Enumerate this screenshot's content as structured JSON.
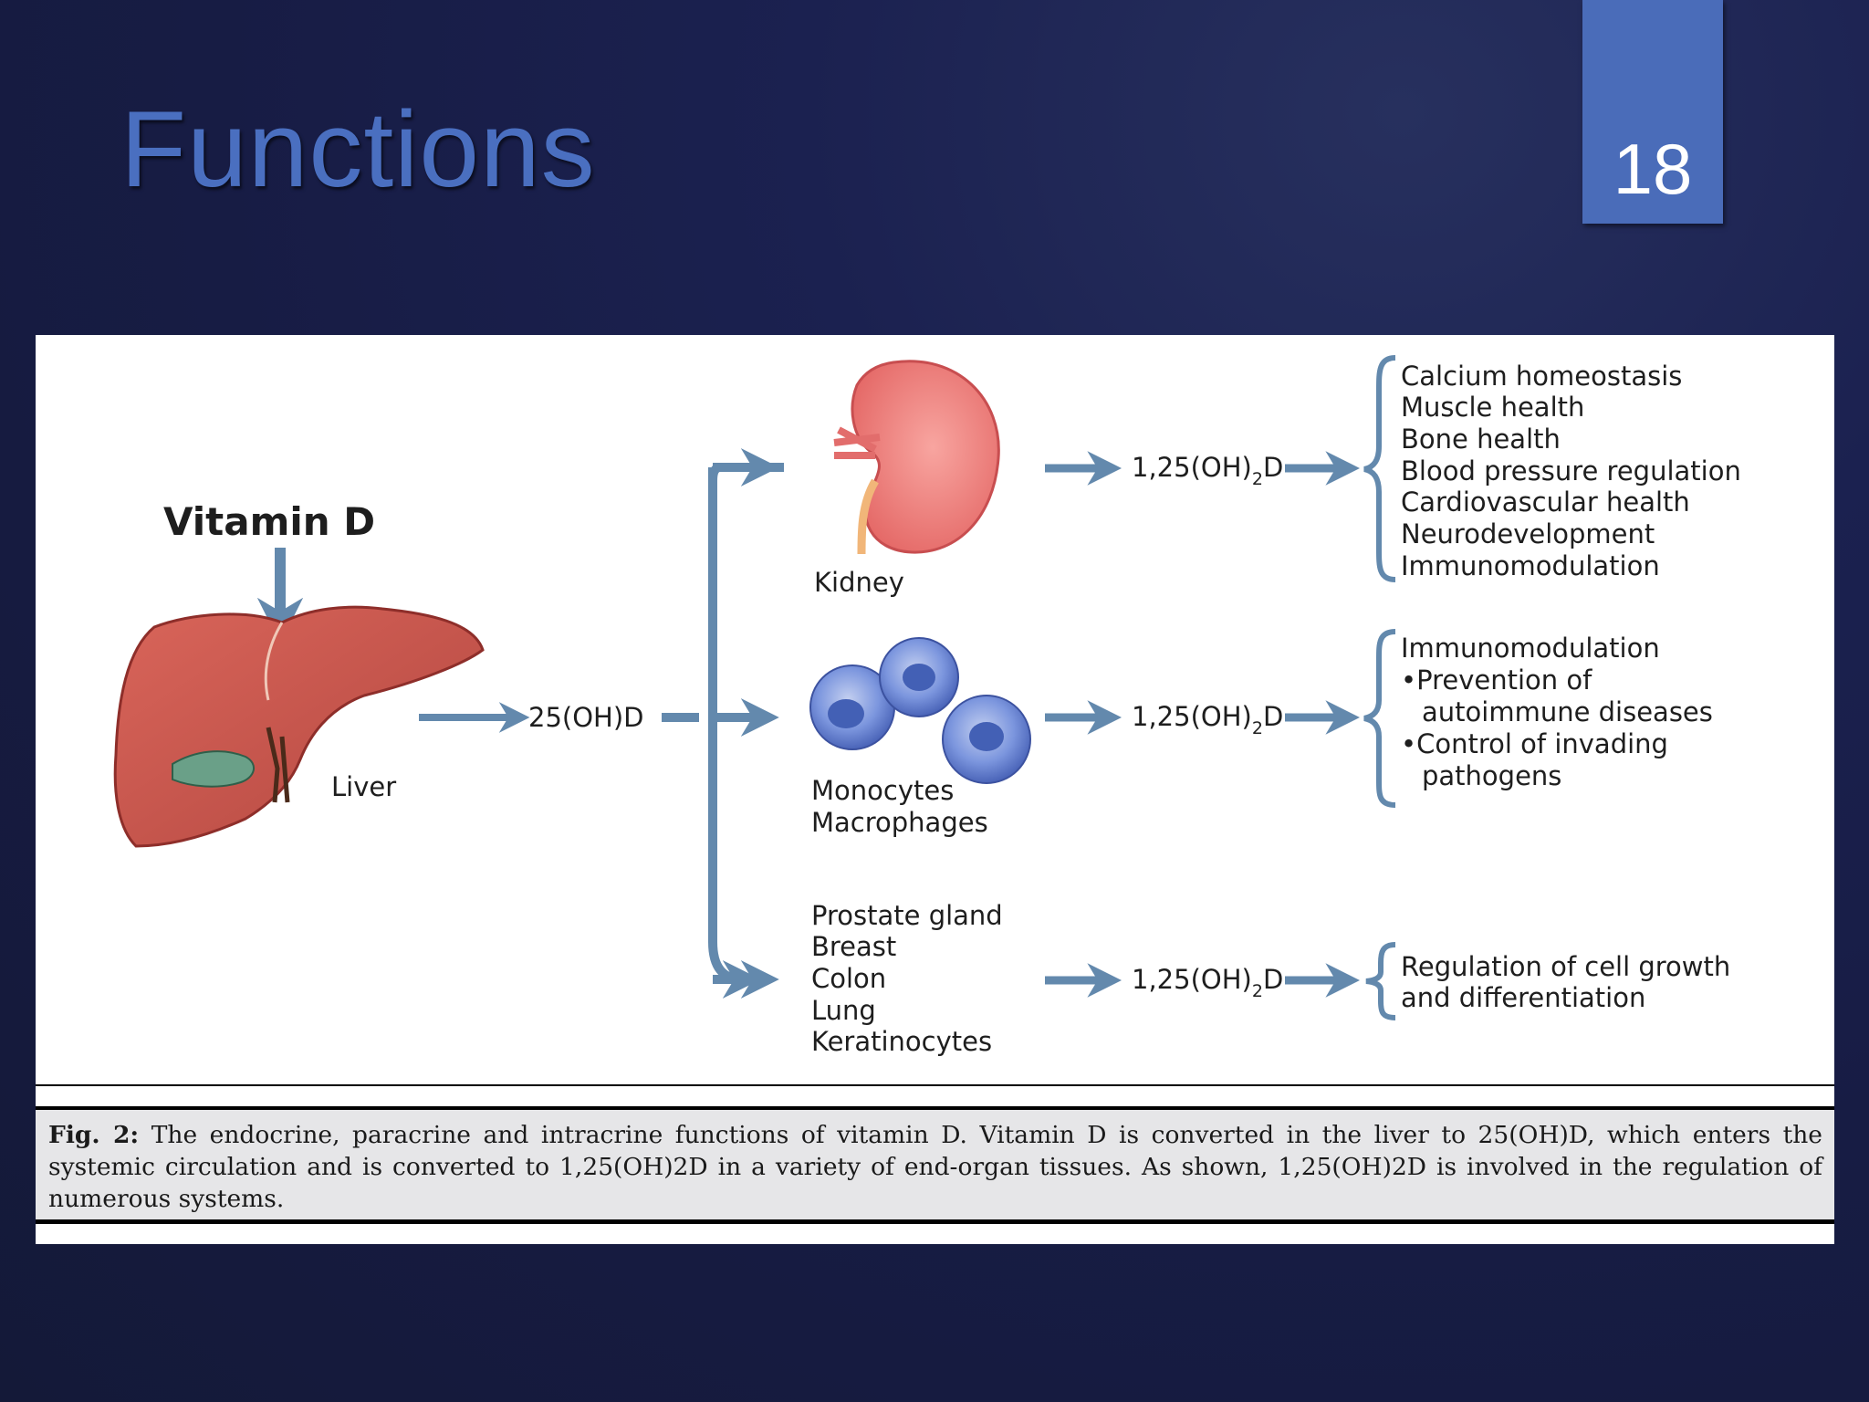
{
  "slide": {
    "title": "Functions",
    "page_number": "18"
  },
  "diagram": {
    "vitamin_d": "Vitamin D",
    "liver": "Liver",
    "intermediate": "25(OH)D",
    "active_prefix": "1,25(OH)",
    "active_sub": "2",
    "active_suffix": "D",
    "branches": [
      {
        "tissue_lines": [
          "Kidney"
        ],
        "effects": [
          "Calcium homeostasis",
          "Muscle health",
          "Bone health",
          "Blood pressure regulation",
          "Cardiovascular health",
          "Neurodevelopment",
          "Immunomodulation"
        ]
      },
      {
        "tissue_lines": [
          "Monocytes",
          "Macrophages"
        ],
        "effects": [
          "Immunomodulation",
          "•Prevention of",
          "autoimmune diseases",
          "•Control of invading",
          "pathogens"
        ]
      },
      {
        "tissue_lines": [
          "Prostate gland",
          "Breast",
          "Colon",
          "Lung",
          "Keratinocytes"
        ],
        "effects": [
          "Regulation of cell growth",
          "and differentiation"
        ]
      }
    ]
  },
  "caption": {
    "label": "Fig. 2:",
    "text": "The endocrine, paracrine and intracrine functions of vitamin D. Vitamin D is converted in the liver to 25(OH)D, which enters the systemic circulation and is converted to 1,25(OH)2D in a variety of end-organ tissues. As shown, 1,25(OH)2D is involved in the regulation of numerous systems."
  },
  "colors": {
    "arrow": "#6389ad",
    "title": "#4a6fc0",
    "badge": "#4a6cb9",
    "kidney": "#ef7f7c",
    "liver": "#c9544c",
    "cell": "#5a79cc"
  }
}
